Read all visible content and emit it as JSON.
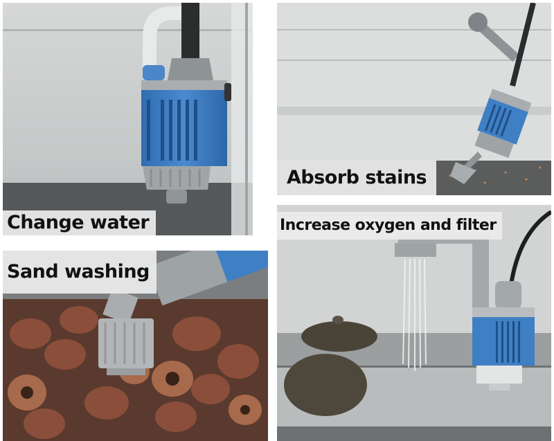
{
  "panels": [
    {
      "id": "top-left",
      "caption": "Change water",
      "scene": "wall-mounted blue aquarium pump with U-pipe inside glass tank"
    },
    {
      "id": "top-right",
      "caption": "Absorb stains",
      "scene": "pump with angled suction nozzle cleaning tank bottom"
    },
    {
      "id": "bottom-left",
      "caption": "Sand washing",
      "scene": "grey suction head over porous red lava rocks"
    },
    {
      "id": "bottom-right",
      "caption": "Increase oxygen and filter",
      "scene": "turtle in shallow tank with pump spray bar showering water"
    }
  ],
  "colors": {
    "pump_blue": "#3f7fc4",
    "pump_grey": "#9aa0a6",
    "caption_bg": "#ececec",
    "caption_text": "#111111",
    "tank_floor": "#55585a",
    "rock_red": "#8a4e3a"
  }
}
